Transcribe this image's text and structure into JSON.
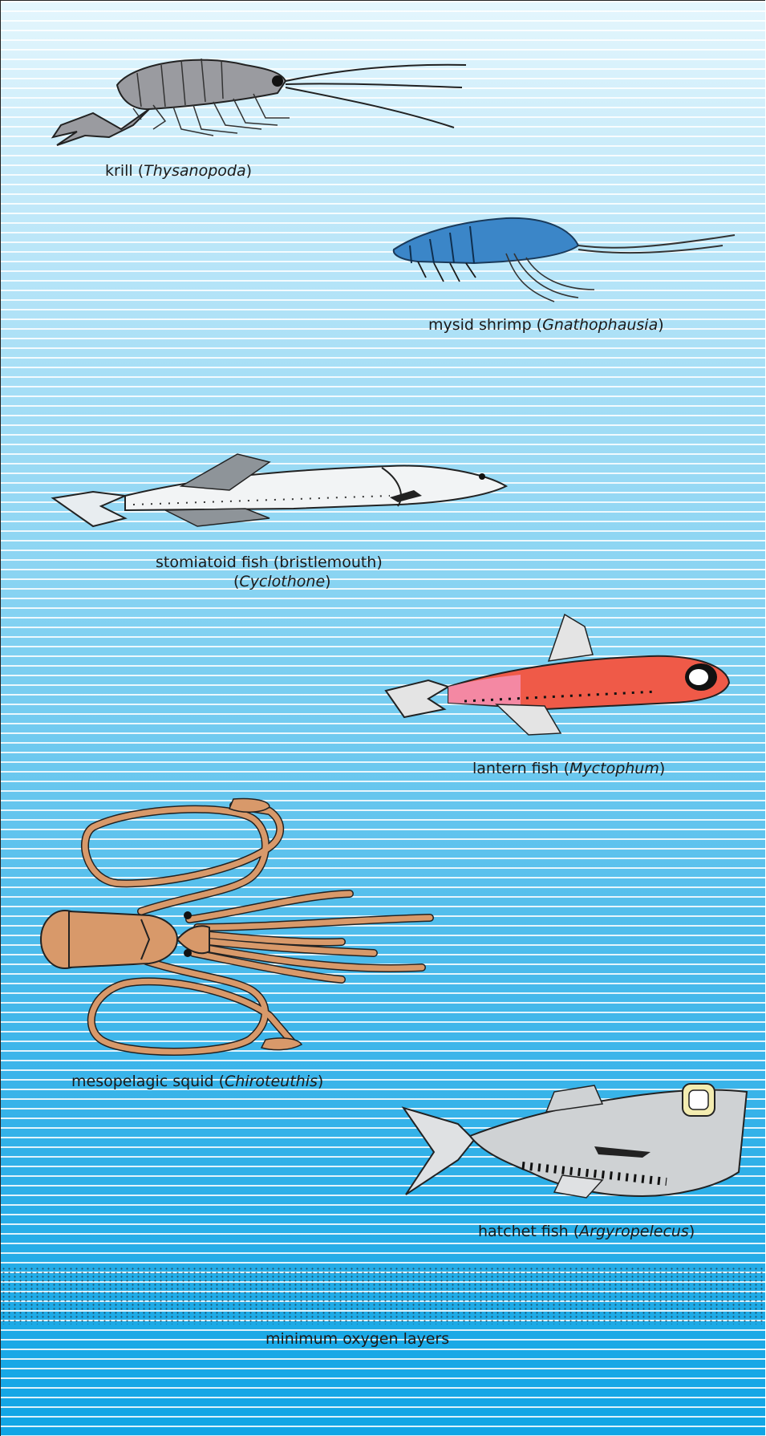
{
  "colors": {
    "water_top": "#e4f6fd",
    "water_bottom": "#10a5e5",
    "krill": "#9a9ba0",
    "mysid": "#3b86c8",
    "lantern": "#ef5a48",
    "squid": "#d8996a",
    "hatchet": "#cfd2d4"
  },
  "labels": {
    "krill": {
      "common": "krill (",
      "genus": "Thysanopoda",
      "close": ")"
    },
    "mysid": {
      "common": "mysid shrimp (",
      "genus": "Gnathophausia",
      "close": ")"
    },
    "stomiatoid": {
      "common": "stomiatoid fish (bristlemouth)",
      "open": "(",
      "genus": "Cyclothone",
      "close": ")"
    },
    "lantern": {
      "common": "lantern fish (",
      "genus": "Myctophum",
      "close": ")"
    },
    "squid": {
      "common": "mesopelagic squid (",
      "genus": "Chiroteuthis",
      "close": ")"
    },
    "hatchet": {
      "common": "hatchet fish (",
      "genus": "Argyropelecus",
      "close": ")"
    },
    "oxygen": "minimum oxygen layers"
  },
  "icons": [
    "krill-icon",
    "mysid-shrimp-icon",
    "stomiatoid-fish-icon",
    "lantern-fish-icon",
    "squid-icon",
    "hatchet-fish-icon"
  ]
}
